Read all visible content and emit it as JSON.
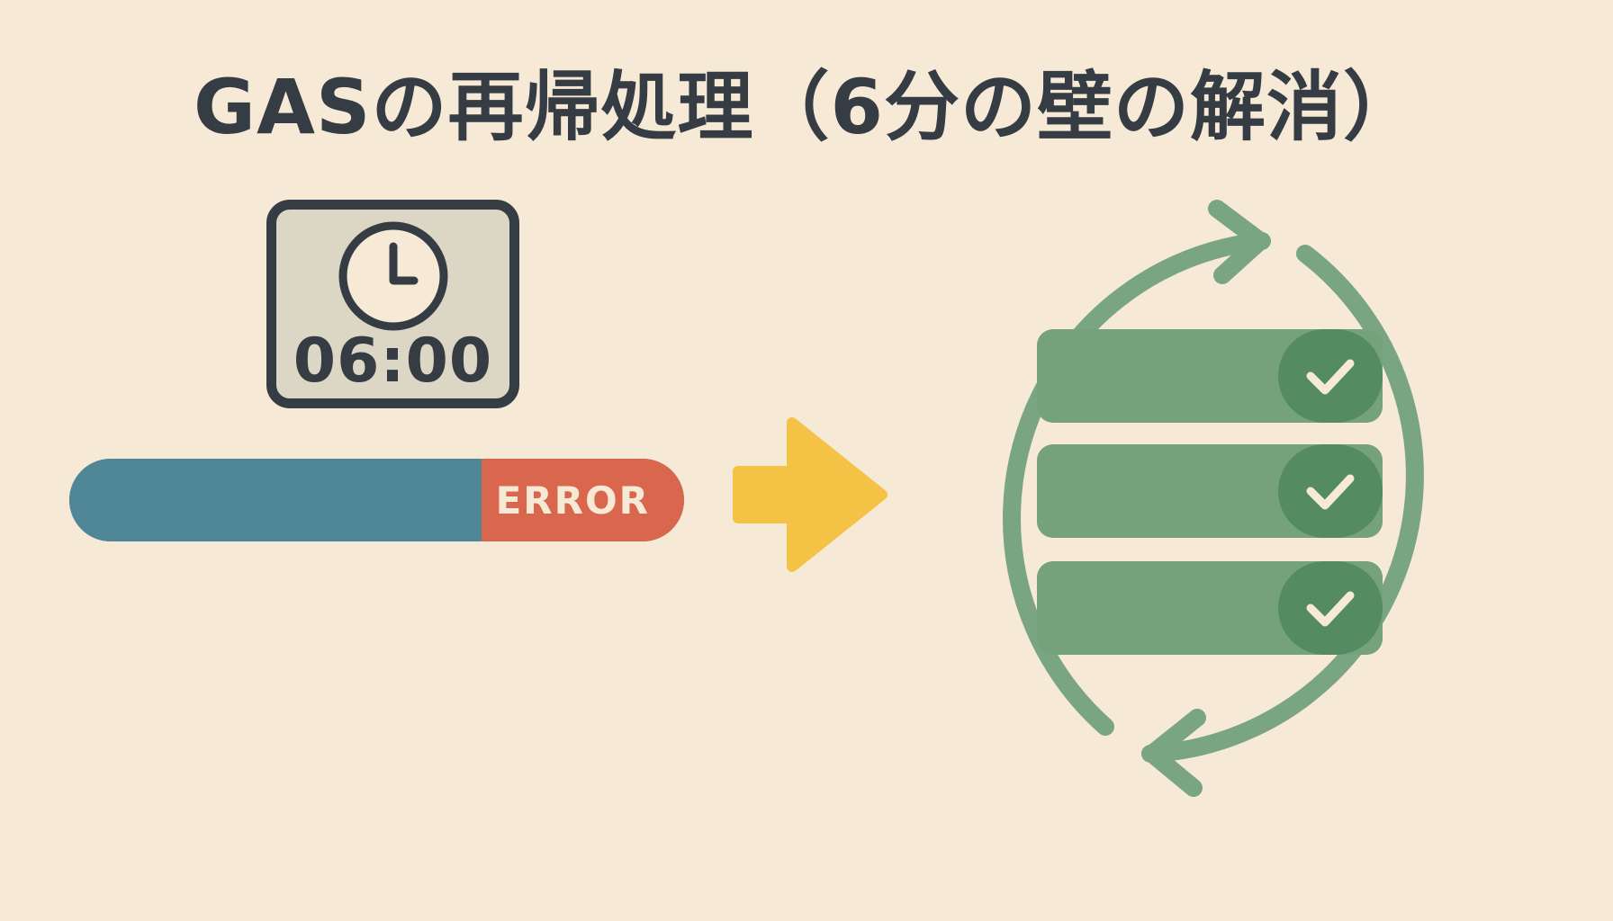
{
  "title": "GASの再帰処理（6分の壁の解消）",
  "timer": {
    "icon": "clock-icon",
    "time": "06:00"
  },
  "progress": {
    "status_label": "ERROR",
    "fill_fraction": 0.67,
    "colors": {
      "fill": "#4f8796",
      "error": "#d9674d"
    }
  },
  "arrow": {
    "icon": "arrow-right-icon",
    "color": "#f4c244"
  },
  "cycle": {
    "icon": "cycle-arrows-icon",
    "color": "#7aa583"
  },
  "tasks": [
    {
      "status": "done",
      "icon": "check-icon"
    },
    {
      "status": "done",
      "icon": "check-icon"
    },
    {
      "status": "done",
      "icon": "check-icon"
    }
  ],
  "colors": {
    "background": "#f6ead7",
    "ink": "#353c44",
    "task": "#75a17b",
    "task_check": "#548b60"
  }
}
